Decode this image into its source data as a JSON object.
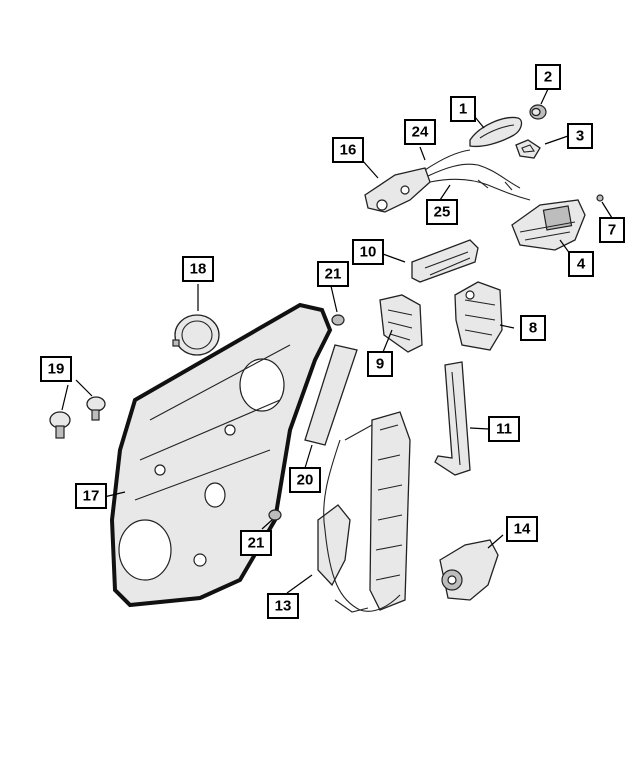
{
  "callouts": [
    {
      "id": "c1",
      "label": "1"
    },
    {
      "id": "c2",
      "label": "2"
    },
    {
      "id": "c3",
      "label": "3"
    },
    {
      "id": "c4",
      "label": "4"
    },
    {
      "id": "c7",
      "label": "7"
    },
    {
      "id": "c8",
      "label": "8"
    },
    {
      "id": "c9",
      "label": "9"
    },
    {
      "id": "c10",
      "label": "10"
    },
    {
      "id": "c11",
      "label": "11"
    },
    {
      "id": "c13",
      "label": "13"
    },
    {
      "id": "c14",
      "label": "14"
    },
    {
      "id": "c16",
      "label": "16"
    },
    {
      "id": "c17",
      "label": "17"
    },
    {
      "id": "c18",
      "label": "18"
    },
    {
      "id": "c19",
      "label": "19"
    },
    {
      "id": "c20",
      "label": "20"
    },
    {
      "id": "c21a",
      "label": "21"
    },
    {
      "id": "c21b",
      "label": "21"
    },
    {
      "id": "c24",
      "label": "24"
    },
    {
      "id": "c25",
      "label": "25"
    }
  ],
  "colors": {
    "line": "#000000",
    "part_fill": "#e8e8e8",
    "background": "#ffffff"
  }
}
